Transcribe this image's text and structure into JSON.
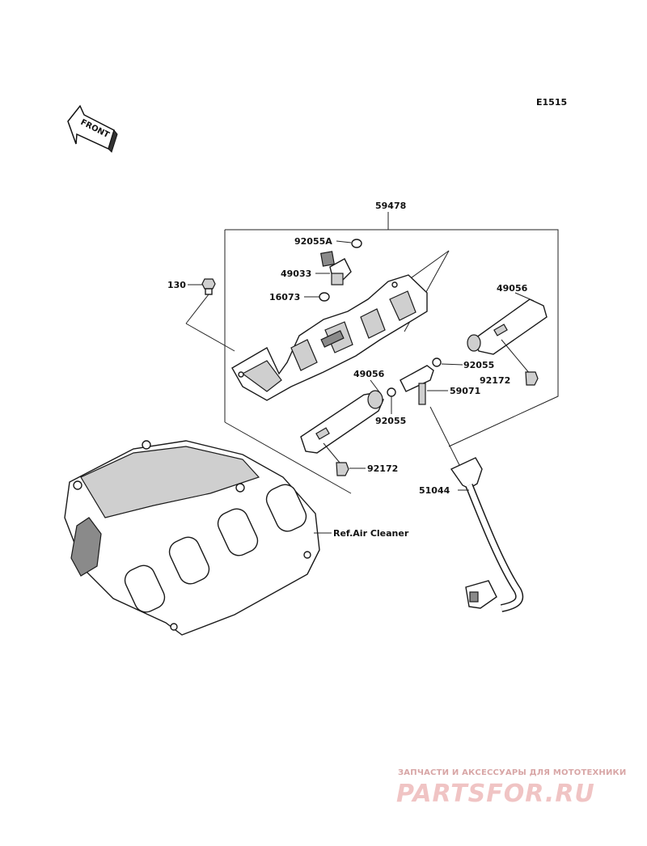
{
  "diagram": {
    "code": "E1515",
    "front_label": "FRONT",
    "ref_label": "Ref.Air Cleaner",
    "parts": [
      {
        "id": "p-59478",
        "number": "59478"
      },
      {
        "id": "p-92055a",
        "number": "92055A"
      },
      {
        "id": "p-49033",
        "number": "49033"
      },
      {
        "id": "p-130",
        "number": "130"
      },
      {
        "id": "p-16073",
        "number": "16073"
      },
      {
        "id": "p-49056-right",
        "number": "49056"
      },
      {
        "id": "p-92055-right",
        "number": "92055"
      },
      {
        "id": "p-92172-right",
        "number": "92172"
      },
      {
        "id": "p-49056-left",
        "number": "49056"
      },
      {
        "id": "p-59071",
        "number": "59071"
      },
      {
        "id": "p-92055-left",
        "number": "92055"
      },
      {
        "id": "p-92172-left",
        "number": "92172"
      },
      {
        "id": "p-51044",
        "number": "51044"
      }
    ]
  },
  "watermark": {
    "tagline": "ЗАПЧАСТИ И АКСЕССУАРЫ ДЛЯ МОТОТЕХНИКИ",
    "brand": "PARTSFOR.RU",
    "color": "#e8b4b4"
  }
}
